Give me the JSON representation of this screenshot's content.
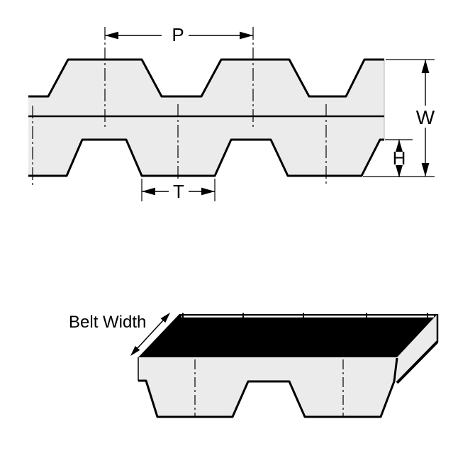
{
  "diagram": {
    "cross_section": {
      "label_pitch": "P",
      "label_width": "W",
      "label_tooth_height": "H",
      "label_tooth_width": "T"
    },
    "belt_3d": {
      "label_belt_width": "Belt Width"
    },
    "colors": {
      "belt_fill": "#ebebeb",
      "line": "#000000",
      "belt_top_face": "#000000",
      "background": "#ffffff"
    }
  }
}
